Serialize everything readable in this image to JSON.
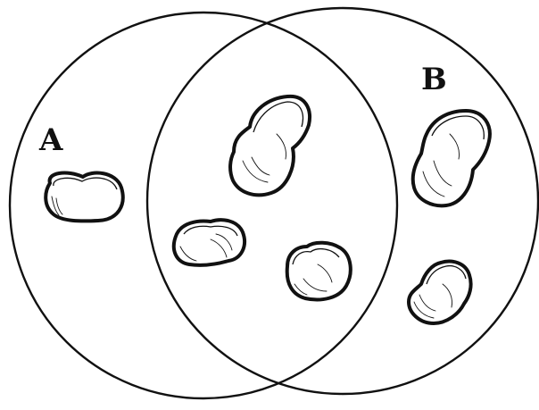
{
  "diagram": {
    "sets": [
      {
        "id": "A",
        "label": "A"
      },
      {
        "id": "B",
        "label": "B"
      }
    ],
    "regions": {
      "A_only": {
        "bean_count": 1
      },
      "A_and_B": {
        "bean_count": 3
      },
      "B_only": {
        "bean_count": 2
      }
    },
    "colors": {
      "ink": "#111111",
      "background": "#ffffff"
    }
  }
}
